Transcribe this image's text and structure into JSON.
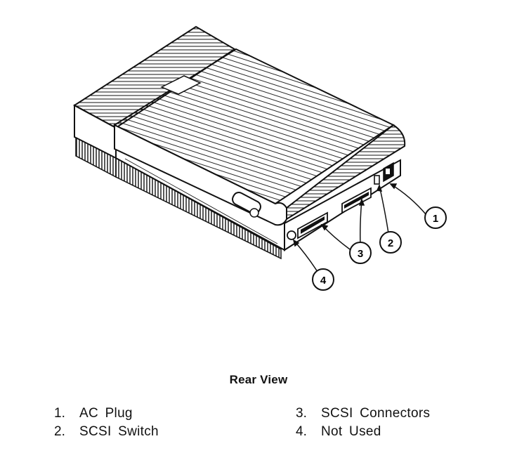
{
  "caption": "Rear View",
  "callouts": {
    "c1": "1",
    "c2": "2",
    "c3": "3",
    "c4": "4"
  },
  "legend": {
    "left": [
      {
        "num": "1.",
        "label": "AC Plug"
      },
      {
        "num": "2.",
        "label": "SCSI Switch"
      }
    ],
    "right": [
      {
        "num": "3.",
        "label": "SCSI Connectors"
      },
      {
        "num": "4.",
        "label": "Not Used"
      }
    ]
  }
}
